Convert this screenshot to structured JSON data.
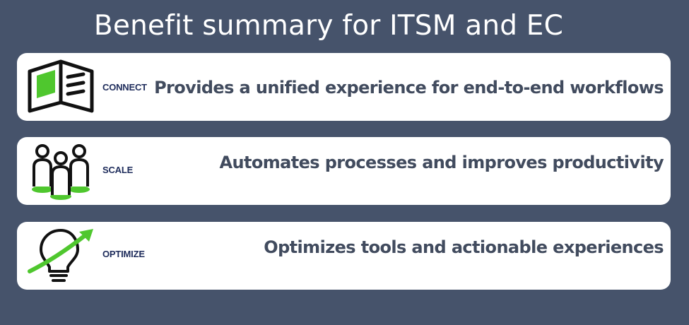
{
  "title": "Benefit summary for ITSM and EC",
  "colors": {
    "background": "#46536b",
    "card": "#ffffff",
    "accent_green": "#4fc72e",
    "label": "#1f2d5c",
    "description": "#414b5e"
  },
  "benefits": [
    {
      "icon": "book-icon",
      "label": "CONNECT",
      "description": "Provides a unified experience for end-to-end workflows"
    },
    {
      "icon": "people-group-icon",
      "label": "SCALE",
      "description": "Automates processes and improves productivity"
    },
    {
      "icon": "lightbulb-icon",
      "label": "OPTIMIZE",
      "description": "Optimizes tools and actionable experiences"
    }
  ]
}
